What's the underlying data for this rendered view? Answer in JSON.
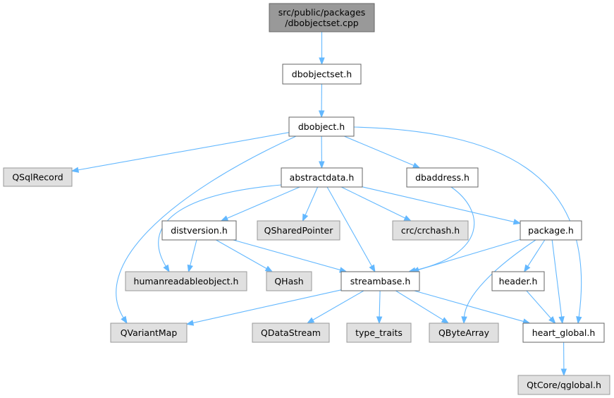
{
  "graph": {
    "colors": {
      "edge": "#63b8ff",
      "root_fill": "#999999",
      "local_fill": "#ffffff",
      "external_fill": "#e0e0e0",
      "border": "#666666"
    },
    "nodes": [
      {
        "id": "root",
        "kind": "root",
        "lines": [
          "src/public/packages",
          "/dbobjectset.cpp"
        ]
      },
      {
        "id": "dbobjectset_h",
        "kind": "local",
        "lines": [
          "dbobjectset.h"
        ]
      },
      {
        "id": "dbobject_h",
        "kind": "local",
        "lines": [
          "dbobject.h"
        ]
      },
      {
        "id": "qsqlrecord",
        "kind": "external",
        "lines": [
          "QSqlRecord"
        ]
      },
      {
        "id": "abstractdata_h",
        "kind": "local",
        "lines": [
          "abstractdata.h"
        ]
      },
      {
        "id": "dbaddress_h",
        "kind": "local",
        "lines": [
          "dbaddress.h"
        ]
      },
      {
        "id": "distversion_h",
        "kind": "local",
        "lines": [
          "distversion.h"
        ]
      },
      {
        "id": "qsharedpointer",
        "kind": "external",
        "lines": [
          "QSharedPointer"
        ]
      },
      {
        "id": "crchash_h",
        "kind": "external",
        "lines": [
          "crc/crchash.h"
        ]
      },
      {
        "id": "package_h",
        "kind": "local",
        "lines": [
          "package.h"
        ]
      },
      {
        "id": "humanreadableobject_h",
        "kind": "external",
        "lines": [
          "humanreadableobject.h"
        ]
      },
      {
        "id": "qhash",
        "kind": "external",
        "lines": [
          "QHash"
        ]
      },
      {
        "id": "streambase_h",
        "kind": "local",
        "lines": [
          "streambase.h"
        ]
      },
      {
        "id": "header_h",
        "kind": "local",
        "lines": [
          "header.h"
        ]
      },
      {
        "id": "qvariantmap",
        "kind": "external",
        "lines": [
          "QVariantMap"
        ]
      },
      {
        "id": "qdatastream",
        "kind": "external",
        "lines": [
          "QDataStream"
        ]
      },
      {
        "id": "type_traits",
        "kind": "external",
        "lines": [
          "type_traits"
        ]
      },
      {
        "id": "qbytearray",
        "kind": "external",
        "lines": [
          "QByteArray"
        ]
      },
      {
        "id": "heart_global_h",
        "kind": "local",
        "lines": [
          "heart_global.h"
        ]
      },
      {
        "id": "qglobal_h",
        "kind": "external",
        "lines": [
          "QtCore/qglobal.h"
        ]
      }
    ],
    "edges": [
      {
        "from": "root",
        "to": "dbobjectset_h"
      },
      {
        "from": "dbobjectset_h",
        "to": "dbobject_h"
      },
      {
        "from": "dbobject_h",
        "to": "qsqlrecord"
      },
      {
        "from": "dbobject_h",
        "to": "abstractdata_h"
      },
      {
        "from": "dbobject_h",
        "to": "dbaddress_h"
      },
      {
        "from": "dbobject_h",
        "to": "qvariantmap"
      },
      {
        "from": "dbobject_h",
        "to": "heart_global_h"
      },
      {
        "from": "abstractdata_h",
        "to": "distversion_h"
      },
      {
        "from": "abstractdata_h",
        "to": "qsharedpointer"
      },
      {
        "from": "abstractdata_h",
        "to": "crchash_h"
      },
      {
        "from": "abstractdata_h",
        "to": "package_h"
      },
      {
        "from": "abstractdata_h",
        "to": "humanreadableobject_h"
      },
      {
        "from": "abstractdata_h",
        "to": "streambase_h"
      },
      {
        "from": "dbaddress_h",
        "to": "streambase_h"
      },
      {
        "from": "distversion_h",
        "to": "humanreadableobject_h"
      },
      {
        "from": "distversion_h",
        "to": "qhash"
      },
      {
        "from": "distversion_h",
        "to": "streambase_h"
      },
      {
        "from": "package_h",
        "to": "streambase_h"
      },
      {
        "from": "package_h",
        "to": "header_h"
      },
      {
        "from": "package_h",
        "to": "qbytearray"
      },
      {
        "from": "package_h",
        "to": "heart_global_h"
      },
      {
        "from": "streambase_h",
        "to": "qvariantmap"
      },
      {
        "from": "streambase_h",
        "to": "qdatastream"
      },
      {
        "from": "streambase_h",
        "to": "type_traits"
      },
      {
        "from": "streambase_h",
        "to": "qbytearray"
      },
      {
        "from": "streambase_h",
        "to": "heart_global_h"
      },
      {
        "from": "header_h",
        "to": "heart_global_h"
      },
      {
        "from": "heart_global_h",
        "to": "qglobal_h"
      }
    ]
  }
}
